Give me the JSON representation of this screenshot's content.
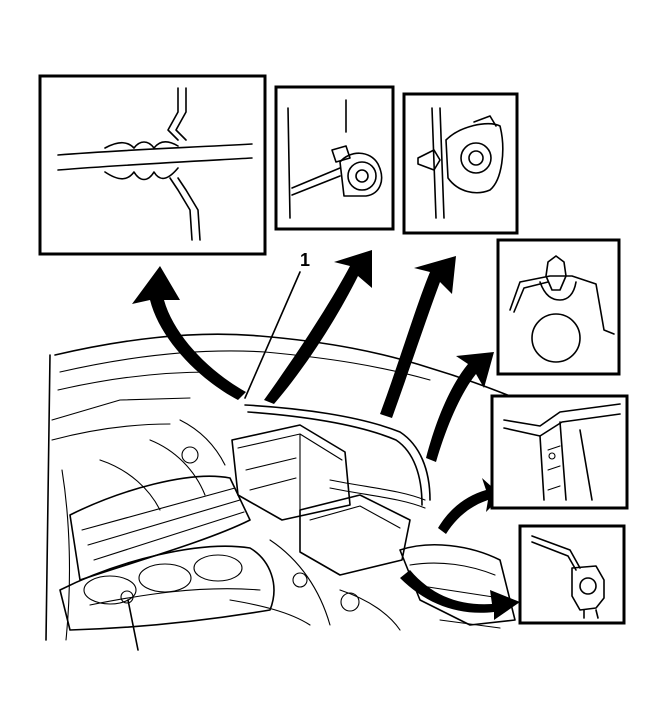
{
  "diagram": {
    "callouts": [
      {
        "id": "1",
        "label": "1"
      }
    ],
    "detail_views": [
      {
        "id": "detail-harness-grommet",
        "icon": "harness-grommet-detail"
      },
      {
        "id": "detail-clip-bracket",
        "icon": "clip-bracket-detail"
      },
      {
        "id": "detail-clip-front",
        "icon": "clip-front-detail"
      },
      {
        "id": "detail-clip-retainer",
        "icon": "clip-retainer-detail"
      },
      {
        "id": "detail-body-panel",
        "icon": "body-panel-detail"
      },
      {
        "id": "detail-clip-side",
        "icon": "clip-side-detail"
      }
    ],
    "arrow_color": "#000000",
    "line_color": "#000000",
    "background": "#ffffff"
  }
}
